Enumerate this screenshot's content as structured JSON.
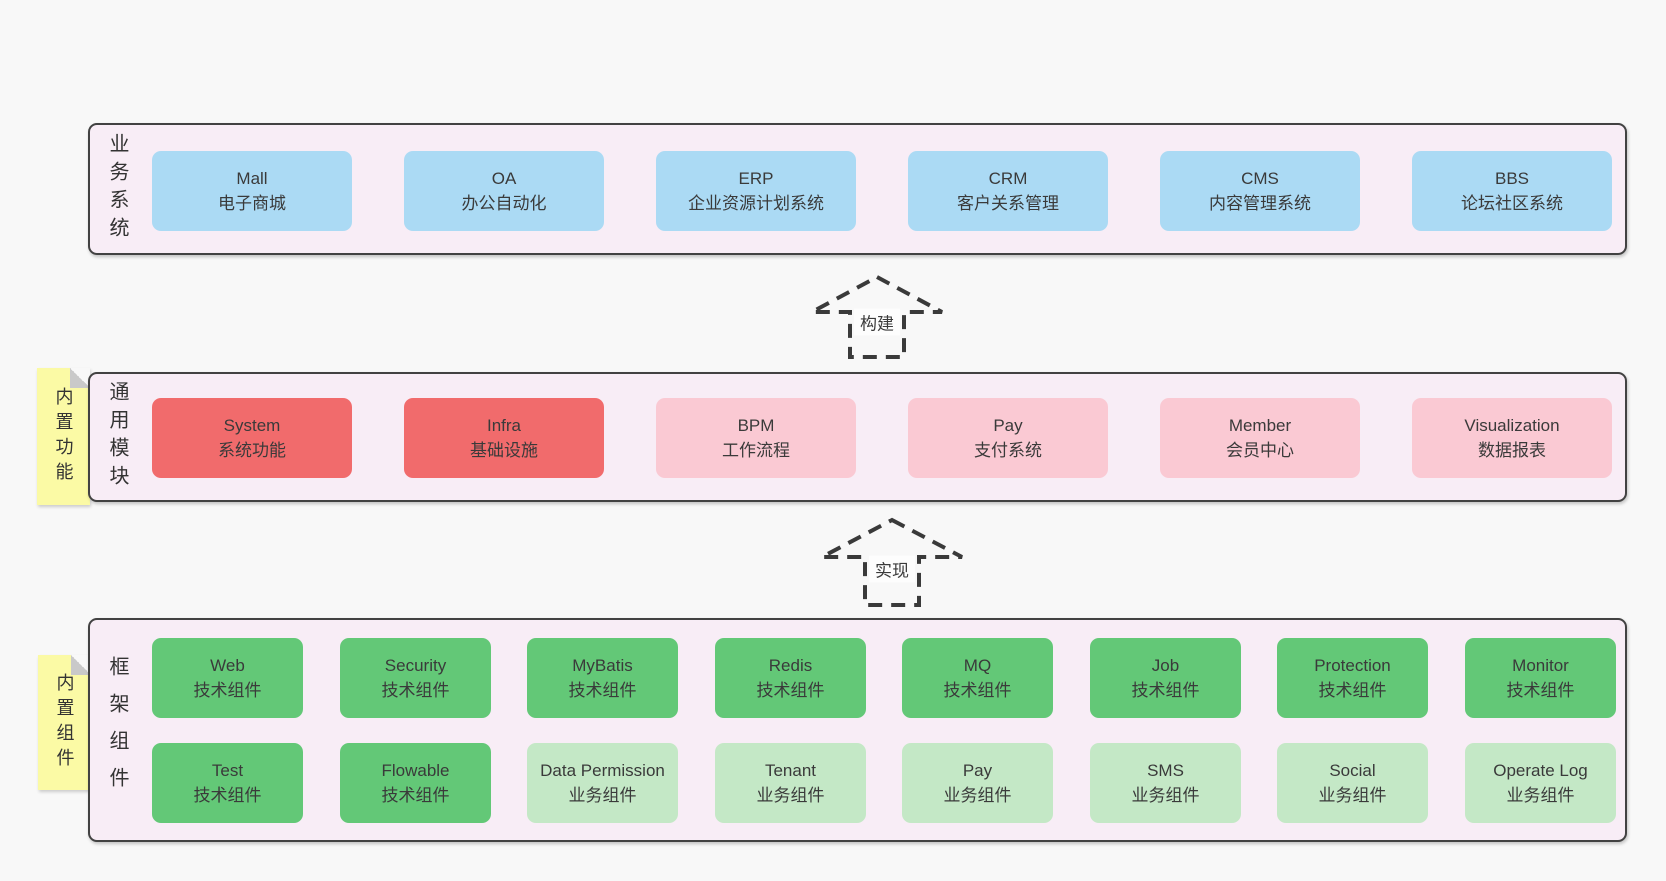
{
  "panels": {
    "business": {
      "label": "业务系统",
      "items": [
        {
          "name": "Mall",
          "desc": "电子商城"
        },
        {
          "name": "OA",
          "desc": "办公自动化"
        },
        {
          "name": "ERP",
          "desc": "企业资源计划系统"
        },
        {
          "name": "CRM",
          "desc": "客户关系管理"
        },
        {
          "name": "CMS",
          "desc": "内容管理系统"
        },
        {
          "name": "BBS",
          "desc": "论坛社区系统"
        }
      ]
    },
    "modules": {
      "label": "通用模块",
      "tab": "内置功能",
      "items": [
        {
          "name": "System",
          "desc": "系统功能",
          "variant": "red"
        },
        {
          "name": "Infra",
          "desc": "基础设施",
          "variant": "red"
        },
        {
          "name": "BPM",
          "desc": "工作流程",
          "variant": "pink"
        },
        {
          "name": "Pay",
          "desc": "支付系统",
          "variant": "pink"
        },
        {
          "name": "Member",
          "desc": "会员中心",
          "variant": "pink"
        },
        {
          "name": "Visualization",
          "desc": "数据报表",
          "variant": "pink"
        }
      ]
    },
    "components": {
      "label": "框架组件",
      "tab": "内置组件",
      "rows": [
        [
          {
            "name": "Web",
            "desc": "技术组件",
            "variant": "green"
          },
          {
            "name": "Security",
            "desc": "技术组件",
            "variant": "green"
          },
          {
            "name": "MyBatis",
            "desc": "技术组件",
            "variant": "green"
          },
          {
            "name": "Redis",
            "desc": "技术组件",
            "variant": "green"
          },
          {
            "name": "MQ",
            "desc": "技术组件",
            "variant": "green"
          },
          {
            "name": "Job",
            "desc": "技术组件",
            "variant": "green"
          },
          {
            "name": "Protection",
            "desc": "技术组件",
            "variant": "green"
          },
          {
            "name": "Monitor",
            "desc": "技术组件",
            "variant": "green"
          }
        ],
        [
          {
            "name": "Test",
            "desc": "技术组件",
            "variant": "green"
          },
          {
            "name": "Flowable",
            "desc": "技术组件",
            "variant": "green"
          },
          {
            "name": "Data Permission",
            "desc": "业务组件",
            "variant": "green-light"
          },
          {
            "name": "Tenant",
            "desc": "业务组件",
            "variant": "green-light"
          },
          {
            "name": "Pay",
            "desc": "业务组件",
            "variant": "green-light"
          },
          {
            "name": "SMS",
            "desc": "业务组件",
            "variant": "green-light"
          },
          {
            "name": "Social",
            "desc": "业务组件",
            "variant": "green-light"
          },
          {
            "name": "Operate Log",
            "desc": "业务组件",
            "variant": "green-light"
          }
        ]
      ]
    }
  },
  "arrows": {
    "build": "构建",
    "implement": "实现"
  },
  "colors": {
    "page_bg": "#f8f8f8",
    "panel_bg": "#f8edf6",
    "border": "#424242",
    "text": "#3a3a3a",
    "blue": "#abdaf4",
    "red": "#f16b6c",
    "pink": "#fac9d3",
    "green_dark": "#63c877",
    "green_light": "#c4e8c6",
    "yellow": "#fbfaa5",
    "fold": "#c9c9c9",
    "arrow_stroke": "#3a3a3a"
  }
}
